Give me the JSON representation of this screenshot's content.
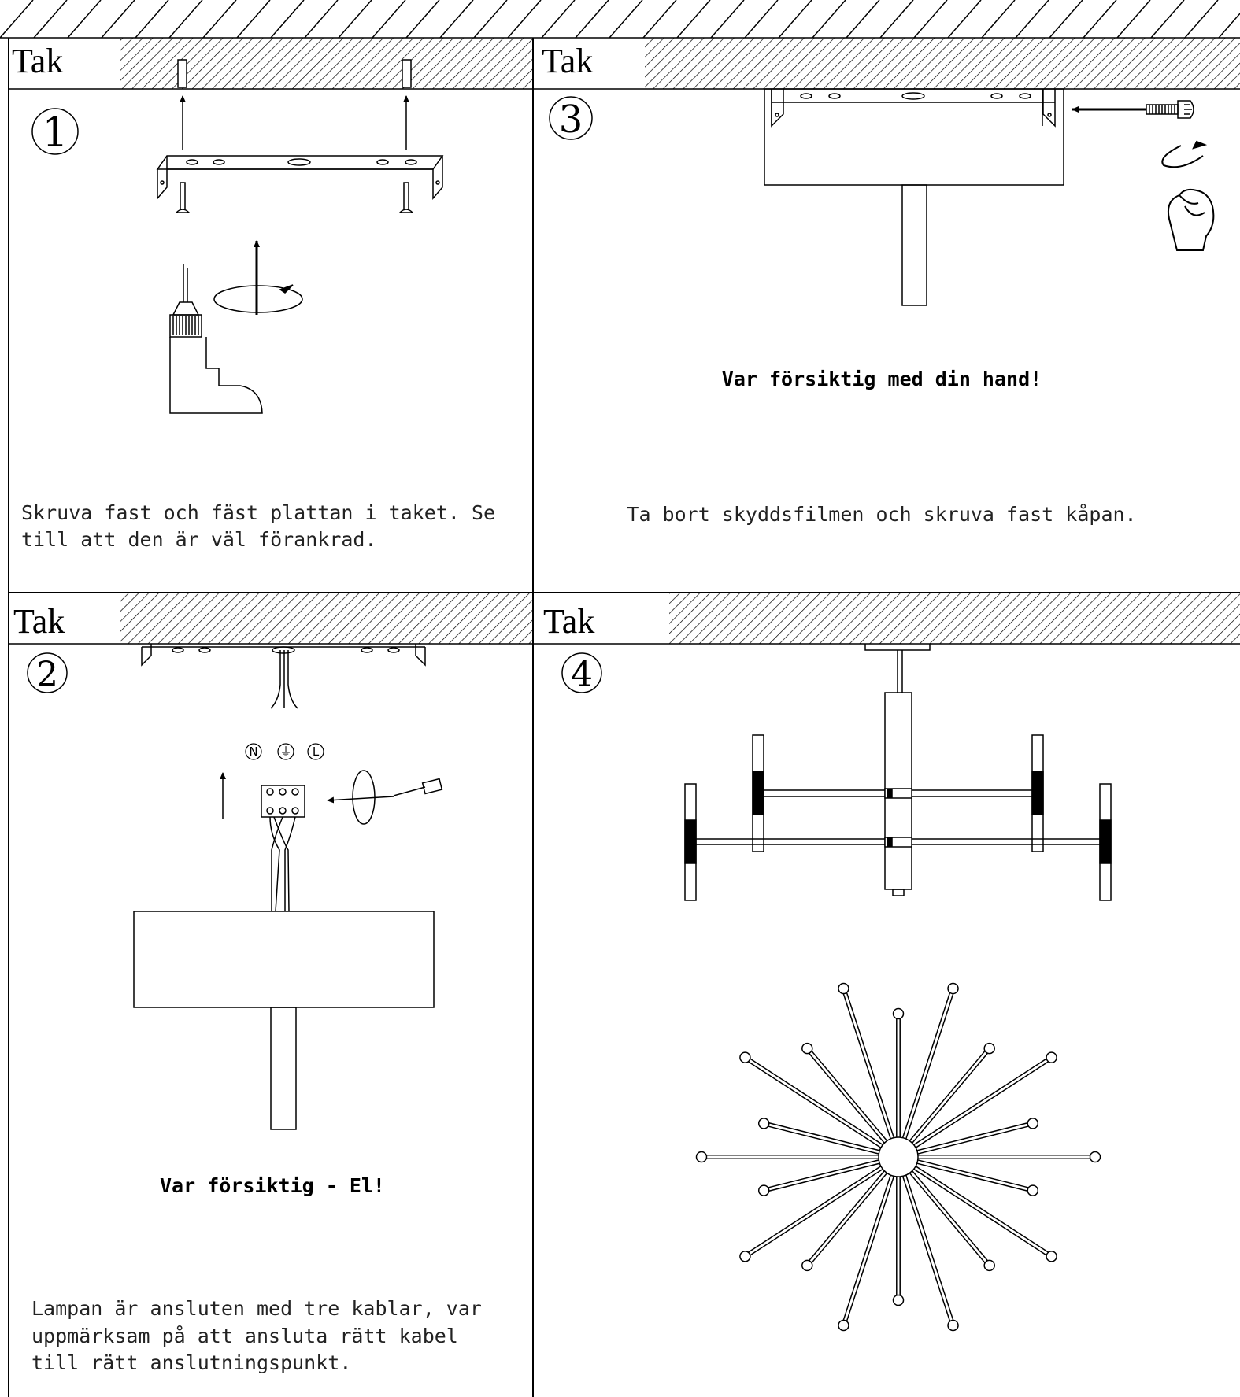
{
  "ceiling_label": "Tak",
  "steps": [
    {
      "number": "①",
      "caption_lines": [
        "Skruva fast och fäst plattan i taket. Se",
        "till att den är väl förankrad."
      ]
    },
    {
      "number": "②",
      "warning": "Var försiktig - El!",
      "terminals": [
        "N",
        "⏚",
        "L"
      ],
      "caption_lines": [
        "Lampan är ansluten med tre kablar, var",
        "uppmärksam på att ansluta rätt kabel",
        "till rätt anslutningspunkt."
      ]
    },
    {
      "number": "③",
      "warning": "Var försiktig med din hand!",
      "caption_lines": [
        "Ta bort skyddsfilmen och skruva fast kåpan."
      ]
    },
    {
      "number": "④"
    }
  ],
  "colors": {
    "line": "#000000",
    "background": "#ffffff"
  }
}
